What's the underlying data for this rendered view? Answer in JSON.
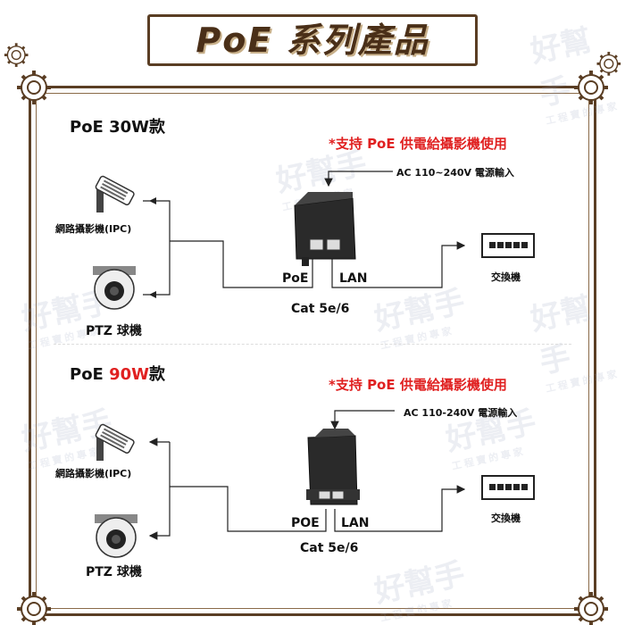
{
  "title": "PoE 系列產品",
  "watermark": {
    "main": "好幫手",
    "sub": "工程寶的專家"
  },
  "sections": [
    {
      "title_prefix": "PoE ",
      "title_power": "30W",
      "title_suffix": "款",
      "power_color": "#111111",
      "note": "*支持 PoE 供電給攝影機使用",
      "ac_label": "AC 110~240V 電源輸入",
      "ipc_label": "網路攝影機(IPC)",
      "ptz_label": "PTZ 球機",
      "poe_label": "PoE",
      "lan_label": "LAN",
      "cable_label": "Cat 5e/6",
      "switch_label": "交換機"
    },
    {
      "title_prefix": "PoE ",
      "title_power": "90W",
      "title_suffix": "款",
      "power_color": "#e02020",
      "note": "*支持 PoE 供電給攝影機使用",
      "ac_label": "AC 110-240V 電源輸入",
      "ipc_label": "網路攝影機(IPC)",
      "ptz_label": "PTZ 球機",
      "poe_label": "POE",
      "lan_label": "LAN",
      "cable_label": "Cat 5e/6",
      "switch_label": "交換機"
    }
  ],
  "colors": {
    "frame": "#5a3e24",
    "accent_red": "#e02020",
    "title": "#4a2f18"
  },
  "icons": [
    "gear-icon",
    "ip-camera-icon",
    "ptz-camera-icon",
    "poe-injector-icon",
    "network-switch-icon"
  ]
}
